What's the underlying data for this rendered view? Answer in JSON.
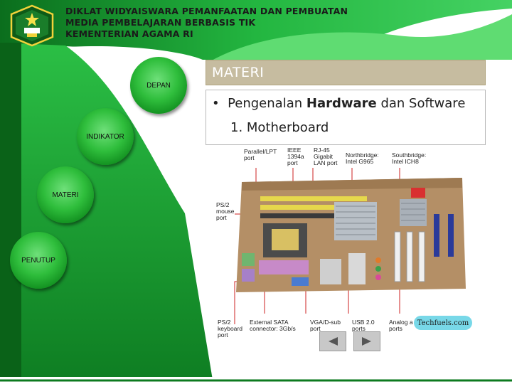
{
  "header": {
    "line1": "DIKLAT WIDYAISWARA PEMANFAATAN DAN PEMBUATAN",
    "line2": "MEDIA PEMBELAJARAN BERBASIS TIK",
    "line3": "KEMENTERIAN AGAMA RI"
  },
  "logo": {
    "name": "kementerian-agama-logo"
  },
  "nav": [
    {
      "label": "DEPAN"
    },
    {
      "label": "INDIKATOR"
    },
    {
      "label": "MATERI"
    },
    {
      "label": "PENUTUP"
    }
  ],
  "section": {
    "title": "MATERI"
  },
  "content": {
    "bullet_prefix": "Pengenalan",
    "bullet_bold": "Hardware",
    "bullet_suffix": "dan Software",
    "item": "1. Motherboard"
  },
  "diagram": {
    "labels": [
      "Parallel/LPT\nport",
      "IEEE\n1394a\nport",
      "RJ-45\nGigabit\nLAN port",
      "Northbridge:\nIntel G965",
      "Southbridge:\nIntel ICH8",
      "PS/2\nmouse\nport",
      "PS/2\nkeyboard\nport",
      "External SATA\nconnector: 3Gb/s",
      "VGA/D-sub\nport",
      "USB 2.0\nports",
      "Analog a\nports"
    ],
    "watermark": "Techfuels.com"
  },
  "controls": {
    "prev_icon": "triangle-left-icon",
    "next_icon": "triangle-right-icon"
  },
  "colors": {
    "green_dark": "#0d7a1f",
    "green_light": "#3fd15a",
    "header_tan": "#c6bca0"
  }
}
